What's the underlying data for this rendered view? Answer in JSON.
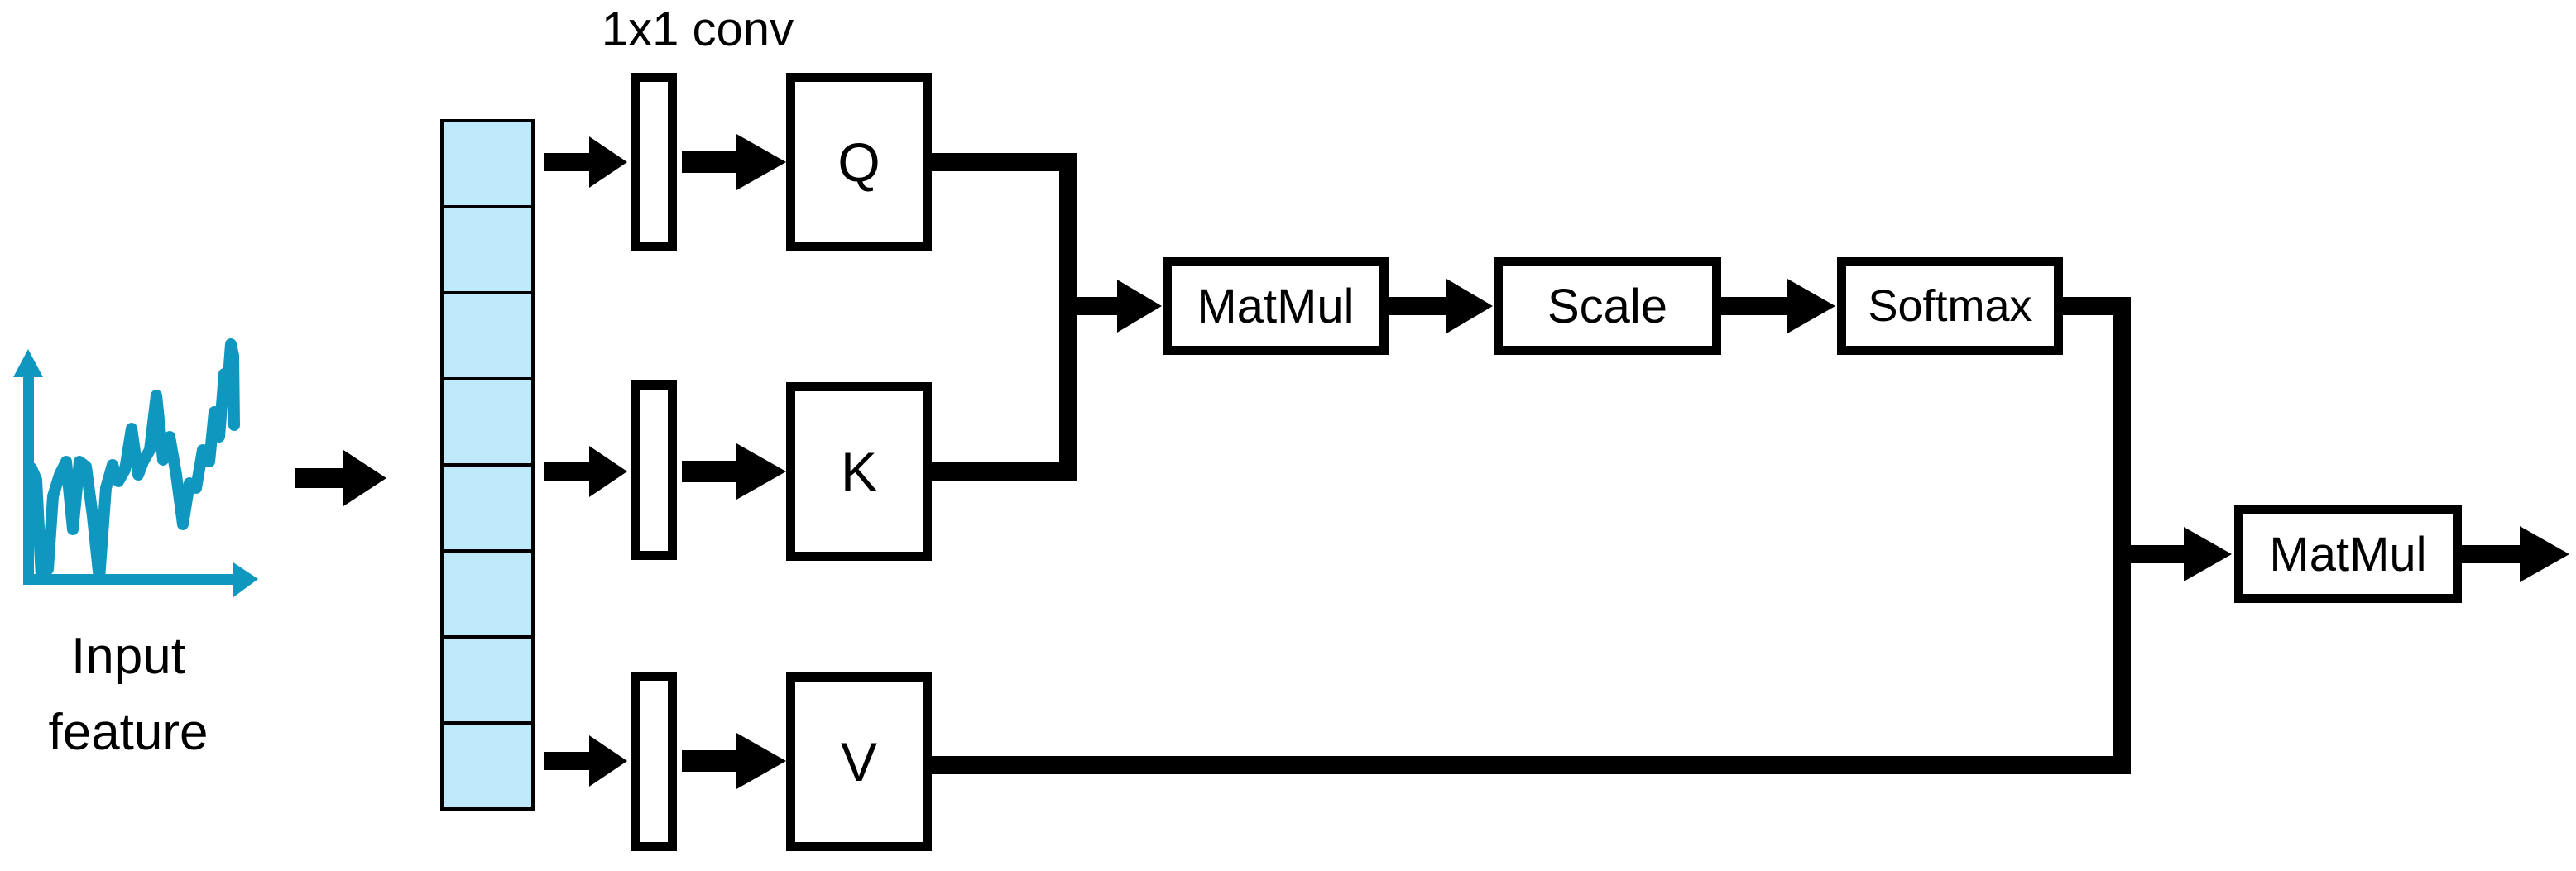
{
  "diagram": {
    "kind": "self-attention block diagram",
    "conv_label": "1x1 conv",
    "input_feature": {
      "lines": [
        "Input",
        "feature"
      ],
      "icon": "noisy-line-chart-icon"
    },
    "feature_column": {
      "cells": 8,
      "fill_color": "#bee9fa"
    },
    "branches": [
      {
        "label": "Q"
      },
      {
        "label": "K"
      },
      {
        "label": "V"
      }
    ],
    "ops": {
      "matmul1": "MatMul",
      "scale": "Scale",
      "softmax": "Softmax",
      "matmul2": "MatMul"
    },
    "flow": "Input feature -> feature column -> 1x1 conv -> Q/K -> MatMul -> Scale -> Softmax; Softmax + V -> MatMul -> output",
    "colors": {
      "accent_teal": "#1097bf",
      "cell_fill": "#bee9fa",
      "box_border": "#000000",
      "background": "#ffffff",
      "text": "#000000"
    }
  }
}
